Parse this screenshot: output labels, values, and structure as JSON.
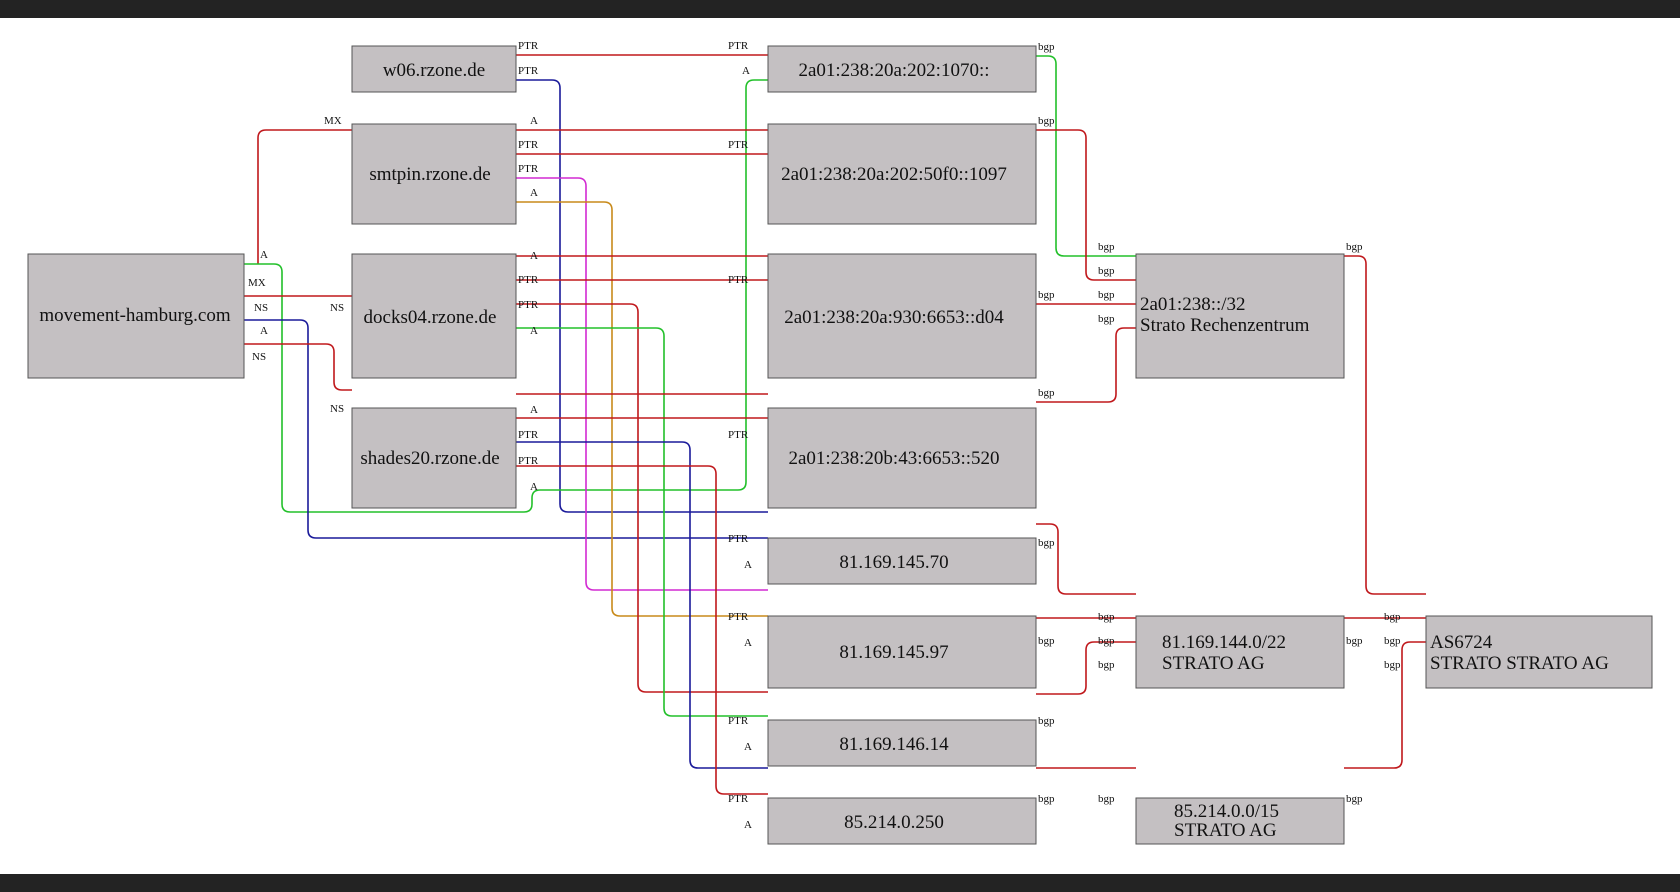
{
  "colors": {
    "red": "#c0181c",
    "blue": "#1a1a9a",
    "green": "#22c02a",
    "magenta": "#d22ad2",
    "orange": "#c88a1a",
    "node_fill": "#c4c0c2",
    "background": "#ffffff",
    "frame": "#232323"
  },
  "nodes": {
    "w06": {
      "label": "w06.rzone.de"
    },
    "smtpin": {
      "label": "smtpin.rzone.de"
    },
    "movement": {
      "label": "movement-hamburg.com"
    },
    "docks04": {
      "label": "docks04.rzone.de"
    },
    "shades20": {
      "label": "shades20.rzone.de"
    },
    "v6_1070": {
      "label": "2a01:238:20a:202:1070::"
    },
    "v6_50f0": {
      "label": "2a01:238:20a:202:50f0::1097"
    },
    "v6_d04": {
      "label": "2a01:238:20a:930:6653::d04"
    },
    "v6_520": {
      "label": "2a01:238:20b:43:6653::520"
    },
    "ip_70": {
      "label": "81.169.145.70"
    },
    "ip_97": {
      "label": "81.169.145.97"
    },
    "ip_14": {
      "label": "81.169.146.14"
    },
    "ip_250": {
      "label": "85.214.0.250"
    },
    "net_v6": {
      "line1": "2a01:238::/32",
      "line2": "Strato Rechenzentrum"
    },
    "net_144": {
      "line1": "81.169.144.0/22",
      "line2": "STRATO AG"
    },
    "net_85": {
      "line1": "85.214.0.0/15",
      "line2": "STRATO AG"
    },
    "as6724": {
      "line1": "AS6724",
      "line2": "STRATO STRATO AG"
    }
  },
  "edge_labels": {
    "ptr": "PTR",
    "a": "A",
    "mx": "MX",
    "ns": "NS",
    "bgp": "bgp"
  },
  "edges": [
    {
      "from": "w06",
      "to": "v6_1070",
      "type": "PTR",
      "color": "red"
    },
    {
      "from": "w06",
      "to": "ip_70",
      "type": "PTR",
      "color": "blue"
    },
    {
      "from": "movement",
      "to": "smtpin",
      "type": "MX",
      "color": "red"
    },
    {
      "from": "movement",
      "to": "v6_1070",
      "type": "A",
      "color": "green"
    },
    {
      "from": "movement",
      "to": "docks04",
      "type": "NS",
      "color": "red"
    },
    {
      "from": "movement",
      "to": "ip_70",
      "type": "A",
      "color": "blue"
    },
    {
      "from": "movement",
      "to": "shades20",
      "type": "NS",
      "color": "red"
    },
    {
      "from": "smtpin",
      "to": "v6_50f0",
      "type": "A",
      "color": "red"
    },
    {
      "from": "smtpin",
      "to": "v6_50f0",
      "type": "PTR",
      "color": "red"
    },
    {
      "from": "smtpin",
      "to": "ip_97",
      "type": "PTR",
      "color": "magenta"
    },
    {
      "from": "smtpin",
      "to": "ip_97",
      "type": "A",
      "color": "orange"
    },
    {
      "from": "docks04",
      "to": "v6_d04",
      "type": "A",
      "color": "red"
    },
    {
      "from": "docks04",
      "to": "v6_d04",
      "type": "PTR",
      "color": "red"
    },
    {
      "from": "docks04",
      "to": "ip_14",
      "type": "PTR",
      "color": "red"
    },
    {
      "from": "docks04",
      "to": "ip_14",
      "type": "A",
      "color": "green"
    },
    {
      "from": "shades20",
      "to": "v6_520",
      "type": "A",
      "color": "red"
    },
    {
      "from": "shades20",
      "to": "v6_520",
      "type": "PTR",
      "color": "red"
    },
    {
      "from": "shades20",
      "to": "ip_250",
      "type": "PTR",
      "color": "blue"
    },
    {
      "from": "shades20",
      "to": "ip_250",
      "type": "A",
      "color": "red"
    },
    {
      "from": "v6_1070",
      "to": "net_v6",
      "type": "bgp",
      "color": "green"
    },
    {
      "from": "v6_50f0",
      "to": "net_v6",
      "type": "bgp",
      "color": "red"
    },
    {
      "from": "v6_d04",
      "to": "net_v6",
      "type": "bgp",
      "color": "red"
    },
    {
      "from": "v6_520",
      "to": "net_v6",
      "type": "bgp",
      "color": "red"
    },
    {
      "from": "net_v6",
      "to": "as6724",
      "type": "bgp",
      "color": "red"
    },
    {
      "from": "ip_70",
      "to": "net_144",
      "type": "bgp",
      "color": "red"
    },
    {
      "from": "ip_97",
      "to": "net_144",
      "type": "bgp",
      "color": "red"
    },
    {
      "from": "ip_14",
      "to": "net_144",
      "type": "bgp",
      "color": "red"
    },
    {
      "from": "ip_250",
      "to": "net_85",
      "type": "bgp",
      "color": "red"
    },
    {
      "from": "net_144",
      "to": "as6724",
      "type": "bgp",
      "color": "red"
    },
    {
      "from": "net_85",
      "to": "as6724",
      "type": "bgp",
      "color": "red"
    }
  ]
}
